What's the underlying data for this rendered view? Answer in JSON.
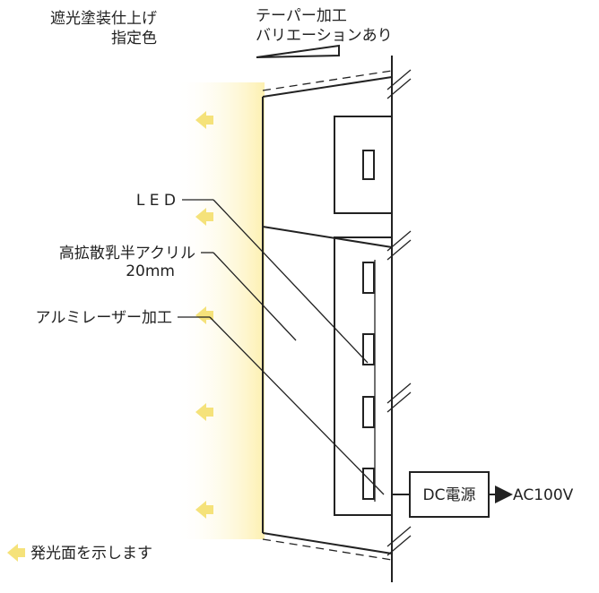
{
  "labels": {
    "finish_line1": "遮光塗装仕上げ",
    "finish_line2": "指定色",
    "taper_line1": "テーパー加工",
    "taper_line2": "バリエーションあり",
    "led": "L E D",
    "acrylic_line1": "高拡散乳半アクリル",
    "acrylic_line2": "20mm",
    "aluminum": "アルミレーザー加工",
    "dc_power": "DC電源",
    "ac": "AC100V",
    "legend": "発光面を示します"
  },
  "colors": {
    "glow": "#fdf0b0",
    "arrow": "#f5e27a",
    "line": "#222222"
  },
  "icons": {
    "light_arrow": "arrow-left-icon"
  }
}
